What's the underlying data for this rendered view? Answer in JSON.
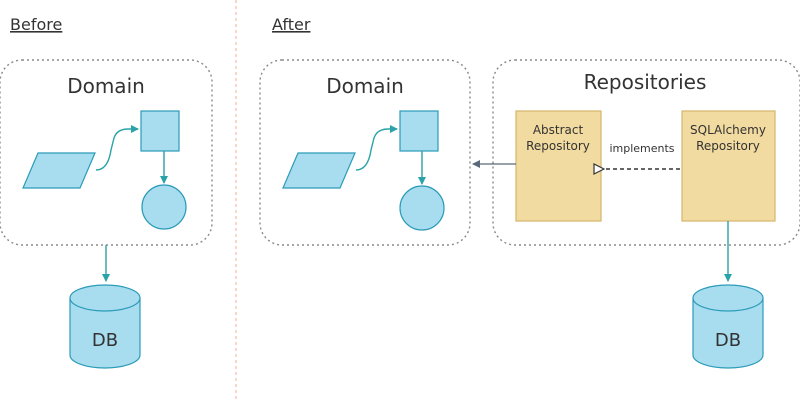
{
  "sections": {
    "before": "Before",
    "after": "After"
  },
  "groups": {
    "before_domain": "Domain",
    "after_domain": "Domain",
    "repositories": "Repositories"
  },
  "repositories": {
    "abstract_line1": "Abstract",
    "abstract_line2": "Repository",
    "sqlalchemy_line1": "SQLAlchemy",
    "sqlalchemy_line2": "Repository",
    "implements_label": "implements"
  },
  "database": {
    "before_label": "DB",
    "after_label": "DB"
  },
  "colors": {
    "shape_fill": "#a8ddf0",
    "shape_stroke": "#2b9bb8",
    "arrow_teal": "#2aa3a8",
    "repo_fill": "#f2dba0",
    "repo_stroke": "#d4b56a",
    "group_border": "#8a8a8a",
    "separator": "#f0b090",
    "text": "#333333"
  }
}
